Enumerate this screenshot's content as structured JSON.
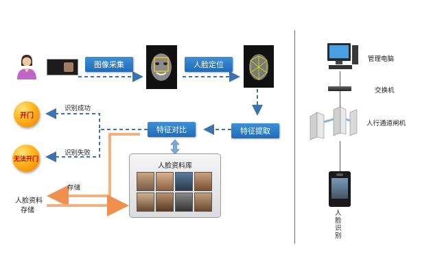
{
  "steps": {
    "capture": "图像采集",
    "locate": "人脸定位",
    "compare": "特征对比",
    "extract": "特征提取"
  },
  "results": {
    "open": "开门",
    "cannot_open": "无法开门",
    "recog_success": "识别成功",
    "recog_fail": "识别失败"
  },
  "database": {
    "title": "人脸资料库",
    "store_label": "存储"
  },
  "left_store": {
    "line1": "人脸资料",
    "line2": "存储"
  },
  "right_panel": {
    "pc": "管理电脑",
    "switch": "交换机",
    "gate": "人行通道闸机",
    "face_recog": "人脸识别"
  },
  "colors": {
    "step_box": "#2c7cc8",
    "arrow_dashed": "#3a73b0",
    "arrow_orange": "#f0a060",
    "orange_button": "#ffb31a",
    "result_text": "#c00000"
  }
}
